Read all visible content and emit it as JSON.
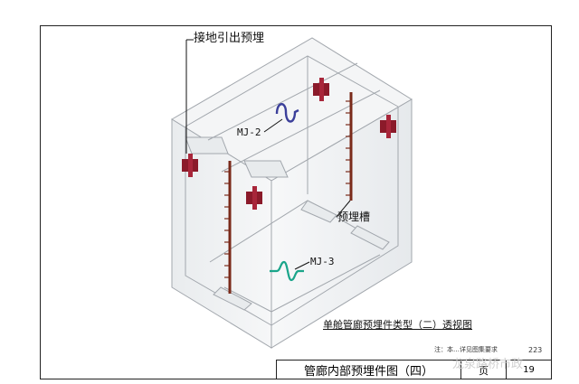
{
  "labels": {
    "grounding_embed": "接地引出预埋",
    "mj2": "MJ-2",
    "embed_slot": "预埋槽",
    "mj3": "MJ-3",
    "subtitle": "单舱管廊预埋件类型（二）透视图",
    "note": "注：本…详见图集要求",
    "page_code": "223"
  },
  "title_block": {
    "title": "管廊内部预埋件图（四）",
    "page_label": "页",
    "page_number": "19"
  },
  "watermark": "龙泉路桥市政",
  "colors": {
    "plate": "#8b1a2a",
    "mj2": "#3b3f9a",
    "mj3": "#1aa58a",
    "rail": "#7a2a1a",
    "edge": "#9aa0a6"
  }
}
